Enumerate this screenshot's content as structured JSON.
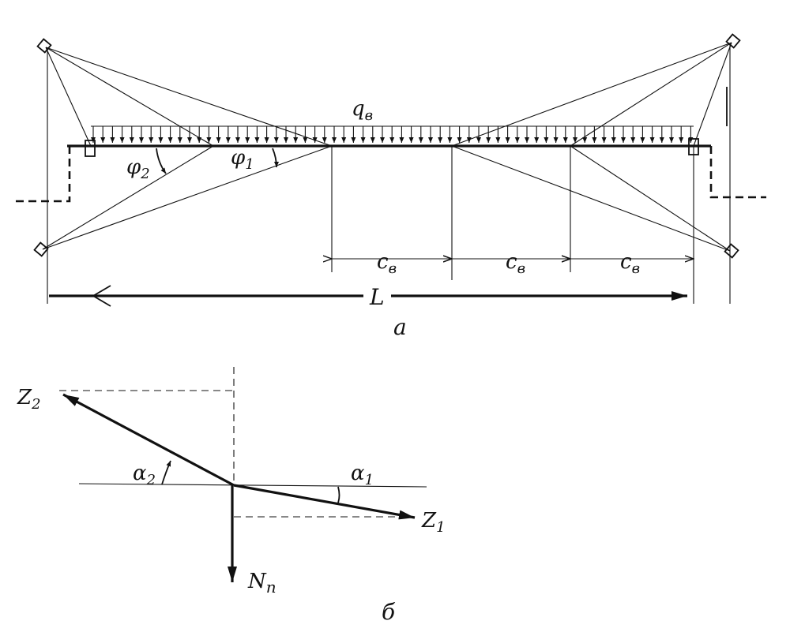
{
  "figure_a": {
    "load_label": "q",
    "load_label_sub": "в",
    "angle_phi2": "φ",
    "angle_phi2_sub": "2",
    "angle_phi1": "φ",
    "angle_phi1_sub": "1",
    "segment_label": "c",
    "segment_label_sub": "в",
    "span_label": "L",
    "caption": "а"
  },
  "figure_b": {
    "force_z2": "Z",
    "force_z2_sub": "2",
    "force_z1": "Z",
    "force_z1_sub": "1",
    "angle_alpha2": "α",
    "angle_alpha2_sub": "2",
    "angle_alpha1": "α",
    "angle_alpha1_sub": "1",
    "force_n": "N",
    "force_n_sub": "п",
    "caption": "б"
  }
}
